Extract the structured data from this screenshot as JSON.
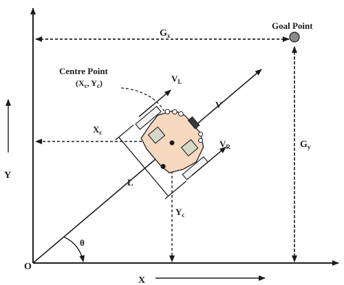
{
  "diagram": {
    "labels": {
      "goal_point": "Goal Point",
      "gx_main": "G",
      "gx_sub": "x",
      "gy_main": "G",
      "gy_sub": "y",
      "centre_point": "Centre Point",
      "centre_coords_open": "(X",
      "centre_coords_sub1": "c",
      "centre_coords_mid": ", Y",
      "centre_coords_sub2": "c",
      "centre_coords_close": ")",
      "vl_main": "V",
      "vl_sub": "L",
      "vr_main": "V",
      "vr_sub": "R",
      "v": "V",
      "xc_main": "X",
      "xc_sub": "c",
      "yc_main": "Y",
      "yc_sub": "c",
      "l": "L",
      "theta": "θ",
      "origin": "O",
      "x_axis": "X",
      "y_axis": "Y"
    },
    "colors": {
      "line": "#1b1b1b",
      "robot_body": "#f7d9c0",
      "goal_marker": "#8a8a8a",
      "wheel_fill": "#f2f2f2",
      "sensor_fill": "#d8d8c8"
    }
  }
}
